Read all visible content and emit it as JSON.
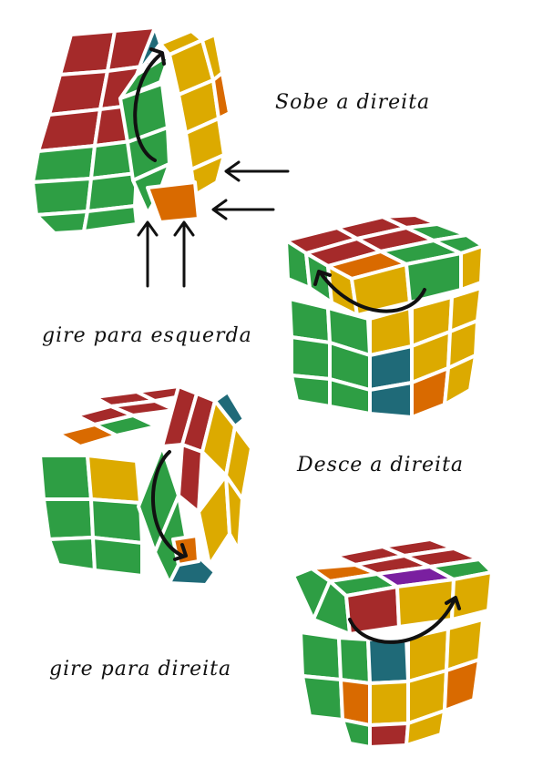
{
  "captions": {
    "step1": "Sobe a direita",
    "step2": "gire para esquerda",
    "step3": "Desce a direita",
    "step4": "gire para direita"
  },
  "colors": {
    "red": "#a52a2a",
    "green": "#2e9e44",
    "yellow": "#dcaa00",
    "orange": "#d96a00",
    "teal": "#1f6a78",
    "purple": "#7a1fa0",
    "arrow": "#111111",
    "background": "#ffffff"
  },
  "icons": [
    "curved-arrow-icon",
    "left-arrow-icon",
    "up-arrow-icon"
  ]
}
